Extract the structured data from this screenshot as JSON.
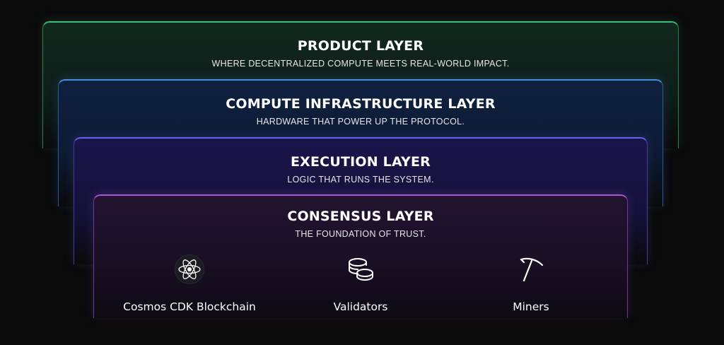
{
  "layers": {
    "product": {
      "title": "PRODUCT LAYER",
      "subtitle": "WHERE DECENTRALIZED COMPUTE MEETS REAL-WORLD IMPACT.",
      "accent": "#3fbf78"
    },
    "compute": {
      "title": "COMPUTE INFRASTRUCTURE LAYER",
      "subtitle": "HARDWARE THAT POWER UP THE PROTOCOL.",
      "accent": "#4a8ee0"
    },
    "execution": {
      "title": "EXECUTION LAYER",
      "subtitle": "LOGIC THAT RUNS THE SYSTEM.",
      "accent": "#6a63e6"
    },
    "consensus": {
      "title": "CONSENSUS LAYER",
      "subtitle": "THE FOUNDATION OF TRUST.",
      "accent": "#a35bd6",
      "items": [
        {
          "label": "Cosmos CDK Blockchain",
          "icon": "cosmos-atom-icon"
        },
        {
          "label": "Validators",
          "icon": "coin-stack-icon"
        },
        {
          "label": "Miners",
          "icon": "pickaxe-icon"
        }
      ]
    }
  },
  "colors": {
    "background": "#0a0a0b",
    "text": "#ffffff"
  }
}
